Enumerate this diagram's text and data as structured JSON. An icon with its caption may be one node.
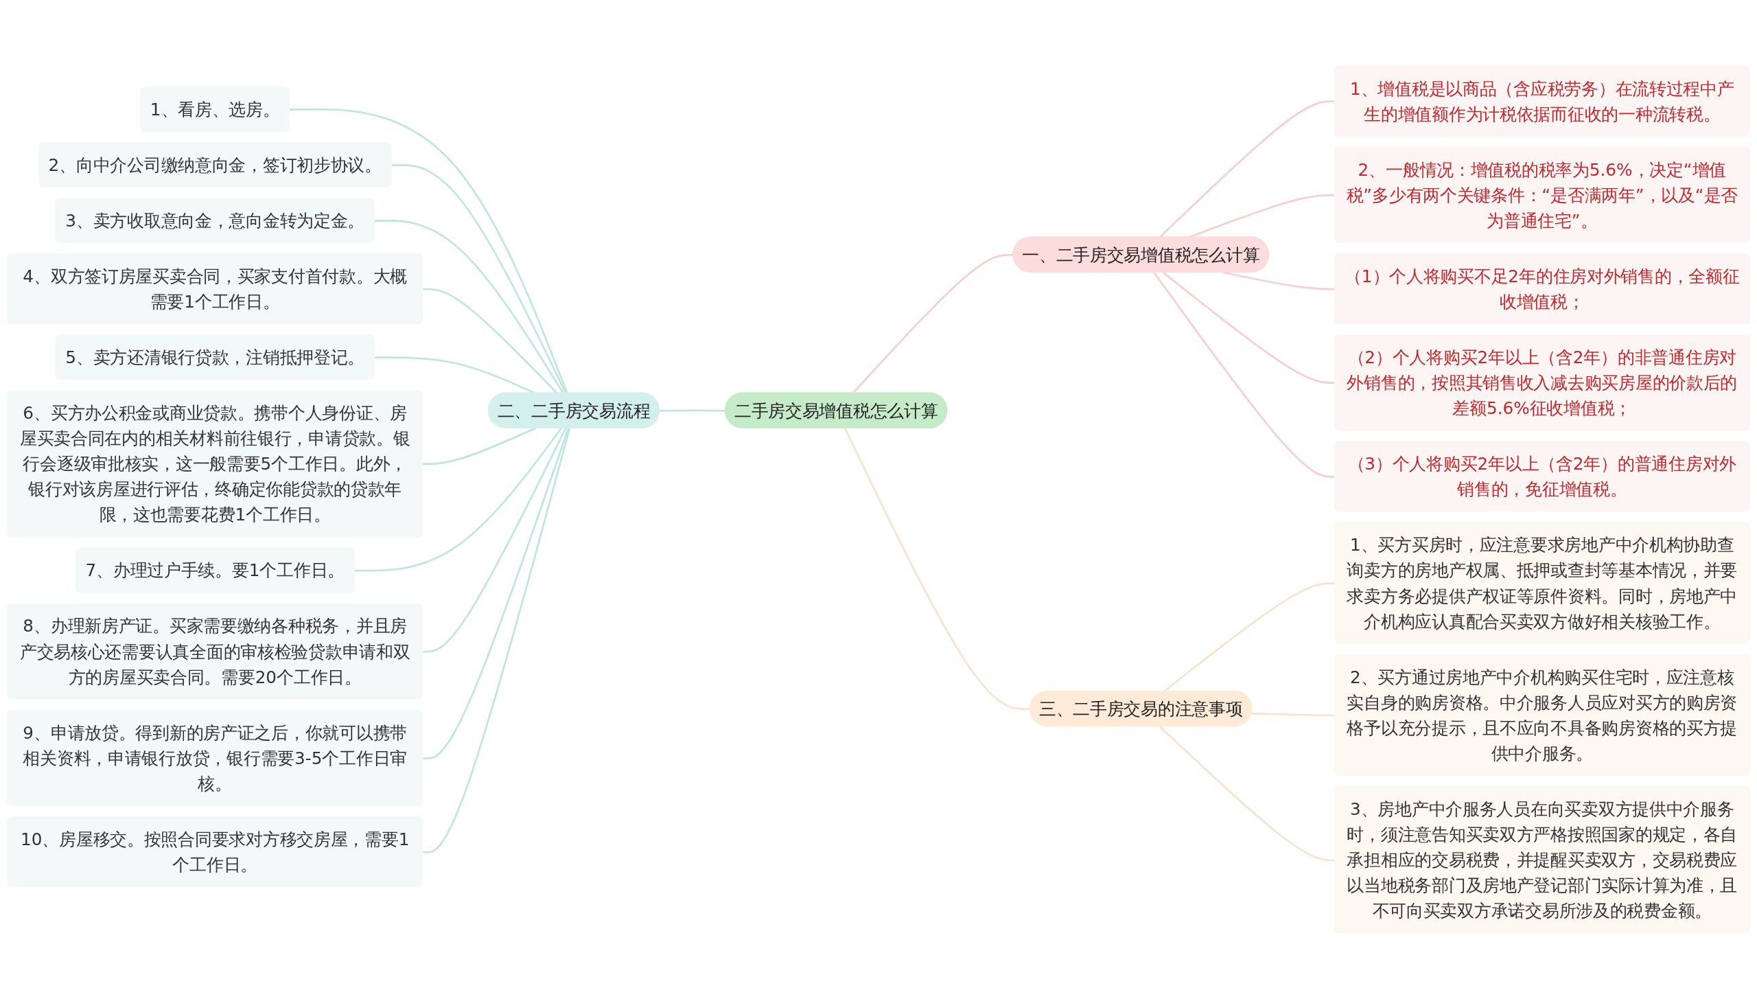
{
  "diagram": {
    "nodes": [
      {
        "text": [
          "二手房交易增值税怎么计算"
        ]
      },
      {
        "text": [
          "一、二手房交易增值税怎么计算"
        ]
      },
      {
        "text": [
          "1、增值税是以商品（含应税劳务）在流转过程中产生的增值额作为计税依据而征收的一种流转税。"
        ]
      },
      {
        "text": [
          "2、一般情况：增值税的税率为5.6%，决定“增值税”多少有两个关键条件：“是否满两年”，以及“是否为普通住宅”。"
        ]
      },
      {
        "text": [
          "（1）个人将购买不足2年的住房对外销售的，全额征收增值税；"
        ]
      },
      {
        "text": [
          "（2）个人将购买2年以上（含2年）的非普通住房对外销售的，按照其销售收入减去购买房屋的价款后的差额5.6%征收增值税；"
        ]
      },
      {
        "text": [
          "（3）个人将购买2年以上（含2年）的普通住房对外销售的，免征增值税。"
        ]
      },
      {
        "text": [
          "二、二手房交易流程"
        ]
      },
      {
        "text": [
          "1、看房、选房。"
        ]
      },
      {
        "text": [
          "2、向中介公司缴纳意向金，签订初步协议。"
        ]
      },
      {
        "text": [
          "3、卖方收取意向金，意向金转为定金。"
        ]
      },
      {
        "text": [
          "4、双方签订房屋买卖合同，买家支付首付款。大概需要1个工作日。"
        ]
      },
      {
        "text": [
          "5、卖方还清银行贷款，注销抵押登记。"
        ]
      },
      {
        "text": [
          "6、买方办公积金或商业贷款。携带个人身份证、房屋买卖合同在内的相关材料前往银行，申请贷款。银行会逐级审批核实，这一般需要5个工作日。此外，银行对该房屋进行评估，终确定你能贷款的贷款年限，这也需要花费1个工作日。"
        ]
      },
      {
        "text": [
          "7、办理过户手续。要1个工作日。"
        ]
      },
      {
        "text": [
          "8、办理新房产证。买家需要缴纳各种税务，并且房产交易核心还需要认真全面的审核检验贷款申请和双方的房屋买卖合同。需要20个工作日。"
        ]
      },
      {
        "text": [
          "9、申请放贷。得到新的房产证之后，你就可以携带相关资料，申请银行放贷，银行需要3-5个工作日审核。"
        ]
      },
      {
        "text": [
          "10、房屋移交。按照合同要求对方移交房屋，需要1个工作日。"
        ]
      },
      {
        "text": [
          "三、二手房交易的注意事项"
        ]
      },
      {
        "text": [
          "1、买方买房时，应注意要求房地产中介机构协助查询卖方的房地产权属、抵押或查封等基本情况，并要求卖方务必提供产权证等原件资料。同时，房地产中介机构应认真配合买卖双方做好相关核验工作。"
        ]
      },
      {
        "text": [
          "2、买方通过房地产中介机构购买住宅时，应注意核实自身的购房资格。中介服务人员应对买方的购房资格予以充分提示，且不应向不具备购房资格的买方提供中介服务。"
        ]
      },
      {
        "text": [
          "3、房地产中介服务人员在向买卖双方提供中介服务时，须注意告知买卖双方严格按照国家的规定，各自承担相应的交易税费，并提醒买卖双方，交易税费应以当地税务部门及房地产登记部门实际计算为准，且不可向买卖双方承诺交易所涉及的税费金额。"
        ]
      }
    ],
    "edges": [
      {
        "from": 0,
        "to": 1,
        "arrow": "none",
        "color": "#f6cfcf"
      },
      {
        "from": 1,
        "to": 2,
        "arrow": "none",
        "color": "#f6cfcf"
      },
      {
        "from": 1,
        "to": 3,
        "arrow": "none",
        "color": "#f6cfcf"
      },
      {
        "from": 1,
        "to": 4,
        "arrow": "none",
        "color": "#f6cfcf"
      },
      {
        "from": 1,
        "to": 5,
        "arrow": "none",
        "color": "#f6cfcf"
      },
      {
        "from": 1,
        "to": 6,
        "arrow": "none",
        "color": "#f6cfcf"
      },
      {
        "from": 0,
        "to": 7,
        "arrow": "none"
      },
      {
        "from": 7,
        "to": 8,
        "arrow": "none"
      },
      {
        "from": 7,
        "to": 9,
        "arrow": "none"
      },
      {
        "from": 7,
        "to": 10,
        "arrow": "none"
      },
      {
        "from": 7,
        "to": 11,
        "arrow": "none"
      },
      {
        "from": 7,
        "to": 12,
        "arrow": "none"
      },
      {
        "from": 7,
        "to": 13,
        "arrow": "none"
      },
      {
        "from": 7,
        "to": 14,
        "arrow": "none"
      },
      {
        "from": 7,
        "to": 15,
        "arrow": "none"
      },
      {
        "from": 7,
        "to": 16,
        "arrow": "none"
      },
      {
        "from": 7,
        "to": 17,
        "arrow": "none"
      },
      {
        "from": 0,
        "to": 18,
        "arrow": "none",
        "color": "#f9e3cc"
      },
      {
        "from": 18,
        "to": 19,
        "arrow": "none",
        "color": "#f9e3cc"
      },
      {
        "from": 18,
        "to": 20,
        "arrow": "none",
        "color": "#f9e3cc"
      },
      {
        "from": 18,
        "to": 21,
        "arrow": "none",
        "color": "#f9e3cc"
      }
    ]
  }
}
